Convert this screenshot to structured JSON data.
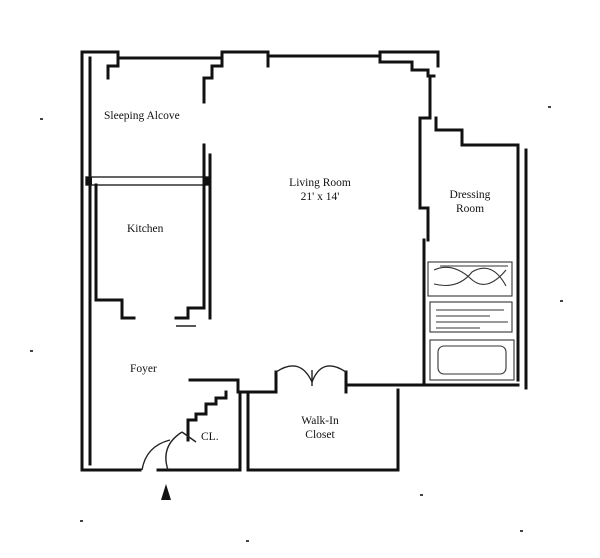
{
  "rooms": {
    "sleeping_alcove": "Sleeping Alcove",
    "living_room": "Living Room",
    "living_room_size": "21' x 14'",
    "dressing_room_1": "Dressing",
    "dressing_room_2": "Room",
    "kitchen": "Kitchen",
    "foyer": "Foyer",
    "closet": "CL.",
    "walk_in_1": "Walk-In",
    "walk_in_2": "Closet"
  },
  "colors": {
    "line": "#111111",
    "background": "#ffffff"
  },
  "icons": {
    "entry_marker": "entry-arrow-icon"
  }
}
